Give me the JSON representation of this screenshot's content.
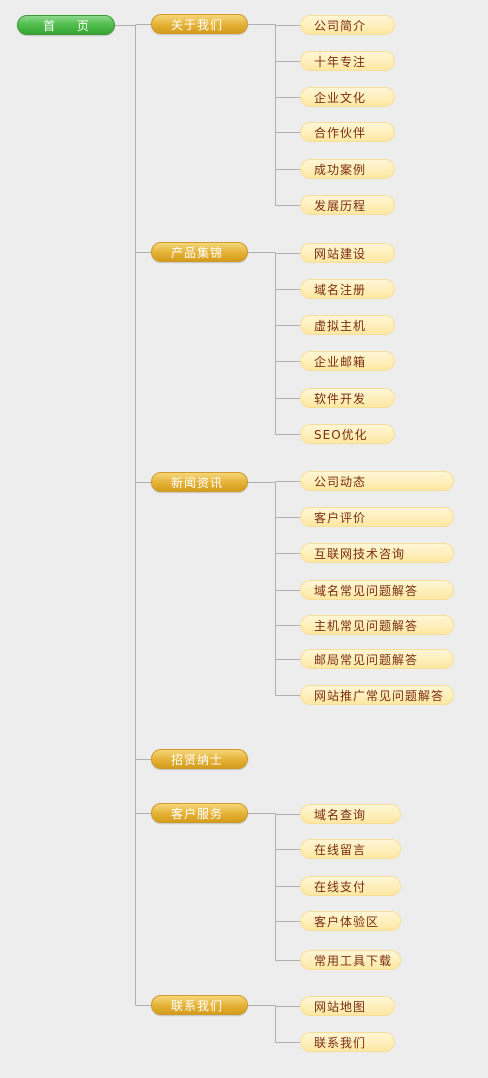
{
  "home": {
    "label": "首 页"
  },
  "colors": {
    "background": "#ededed",
    "connector": "#b0b0b0",
    "home_green": "#53bf4f",
    "section_gold": "#e6b43a",
    "child_cream": "#fde8a3",
    "child_text": "#7a2d12"
  },
  "sections": [
    {
      "label": "关于我们",
      "children": [
        "公司简介",
        "十年专注",
        "企业文化",
        "合作伙伴",
        "成功案例",
        "发展历程"
      ]
    },
    {
      "label": "产品集锦",
      "children": [
        "网站建设",
        "域名注册",
        "虚拟主机",
        "企业邮箱",
        "软件开发",
        "SEO优化"
      ]
    },
    {
      "label": "新闻资讯",
      "children": [
        "公司动态",
        "客户评价",
        "互联网技术咨询",
        "域名常见问题解答",
        "主机常见问题解答",
        "邮局常见问题解答",
        "网站推广常见问题解答"
      ]
    },
    {
      "label": "招贤纳士",
      "children": []
    },
    {
      "label": "客户服务",
      "children": [
        "域名查询",
        "在线留言",
        "在线支付",
        "客户体验区",
        "常用工具下载"
      ]
    },
    {
      "label": "联系我们",
      "children": [
        "网站地图",
        "联系我们"
      ]
    }
  ]
}
